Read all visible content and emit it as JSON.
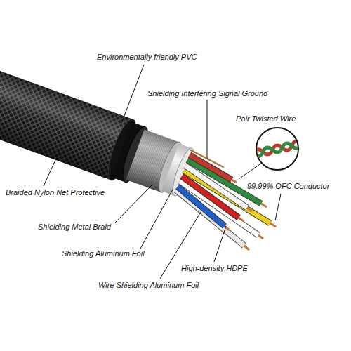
{
  "diagram": {
    "labels": [
      "Environmentally friendly PVC",
      "Shielding Interfering Signal Ground",
      "Pair Twisted Wire",
      "99.99% OFC Conductor",
      "Braided Nylon Net Protective",
      "Shielding Metal Braid",
      "Shielding Aluminum Foil",
      "High-density HDPE",
      "Wire Shielding Aluminum Foil"
    ]
  }
}
